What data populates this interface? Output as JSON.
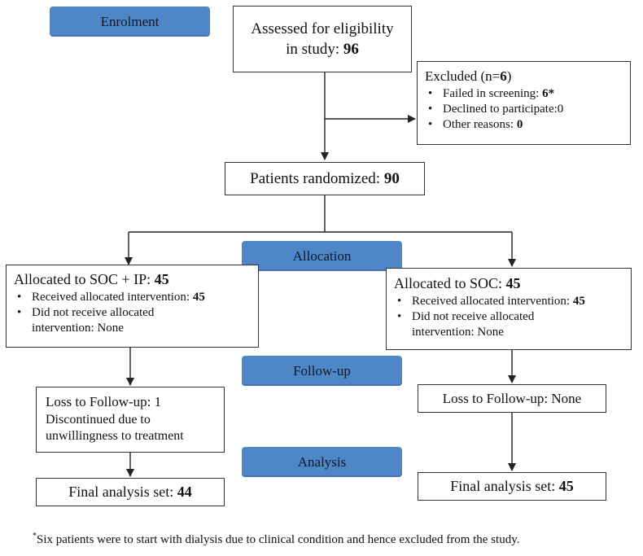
{
  "stages": {
    "enrolment": "Enrolment",
    "allocation": "Allocation",
    "followup": "Follow-up",
    "analysis": "Analysis"
  },
  "assessed": {
    "line1": "Assessed for eligibility",
    "line2": "in study: ",
    "count": "96"
  },
  "excluded": {
    "title": "Excluded (n=",
    "title_count": "6",
    "title_close": ")",
    "items": [
      {
        "label": "Failed in screening: ",
        "value": "6*"
      },
      {
        "label": "Declined to participate:0",
        "value": ""
      },
      {
        "label": "Other reasons: ",
        "value": "0"
      }
    ]
  },
  "randomized": {
    "label": "Patients randomized: ",
    "count": "90"
  },
  "arm_left": {
    "allocated_label": "Allocated to SOC + IP: ",
    "allocated_count": "45",
    "received_label": "Received allocated intervention: ",
    "received_count": "45",
    "not_received": "Did not receive allocated",
    "not_received_2": "intervention: None",
    "loss_line1": "Loss to Follow-up: 1",
    "loss_line2": "Discontinued due to",
    "loss_line3": "unwillingness to treatment",
    "final_label": "Final analysis set: ",
    "final_count": "44"
  },
  "arm_right": {
    "allocated_label": "Allocated to SOC: ",
    "allocated_count": "45",
    "received_label": "Received allocated intervention: ",
    "received_count": "45",
    "not_received": "Did not receive allocated",
    "not_received_2": "intervention: None",
    "loss": "Loss to Follow-up: None",
    "final_label": "Final analysis set: ",
    "final_count": "45"
  },
  "footnote": {
    "marker": "*",
    "text": "Six patients were to start with dialysis due to clinical condition and hence excluded from the study."
  }
}
